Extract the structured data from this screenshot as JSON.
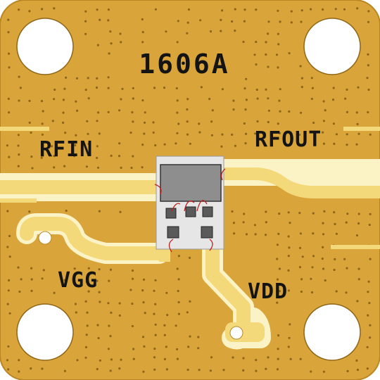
{
  "board": {
    "part_number": "1606A",
    "labels": {
      "rf_in": "RFIN",
      "rf_out": "RFOUT",
      "vgg": "VGG",
      "vdd": "VDD"
    }
  },
  "colors": {
    "board": "#d9a53a",
    "gold_dark": "#b98624",
    "trace": "#f4d97a",
    "gap": "#fbf3c6",
    "via": "#8f6518",
    "hole": "#ffffff",
    "die_frame": "#e6e6e6",
    "die_body": "#8e8e8e",
    "pad": "#5a5a5a",
    "bond_wire": "#c0201e",
    "silkscreen": "#141414"
  }
}
